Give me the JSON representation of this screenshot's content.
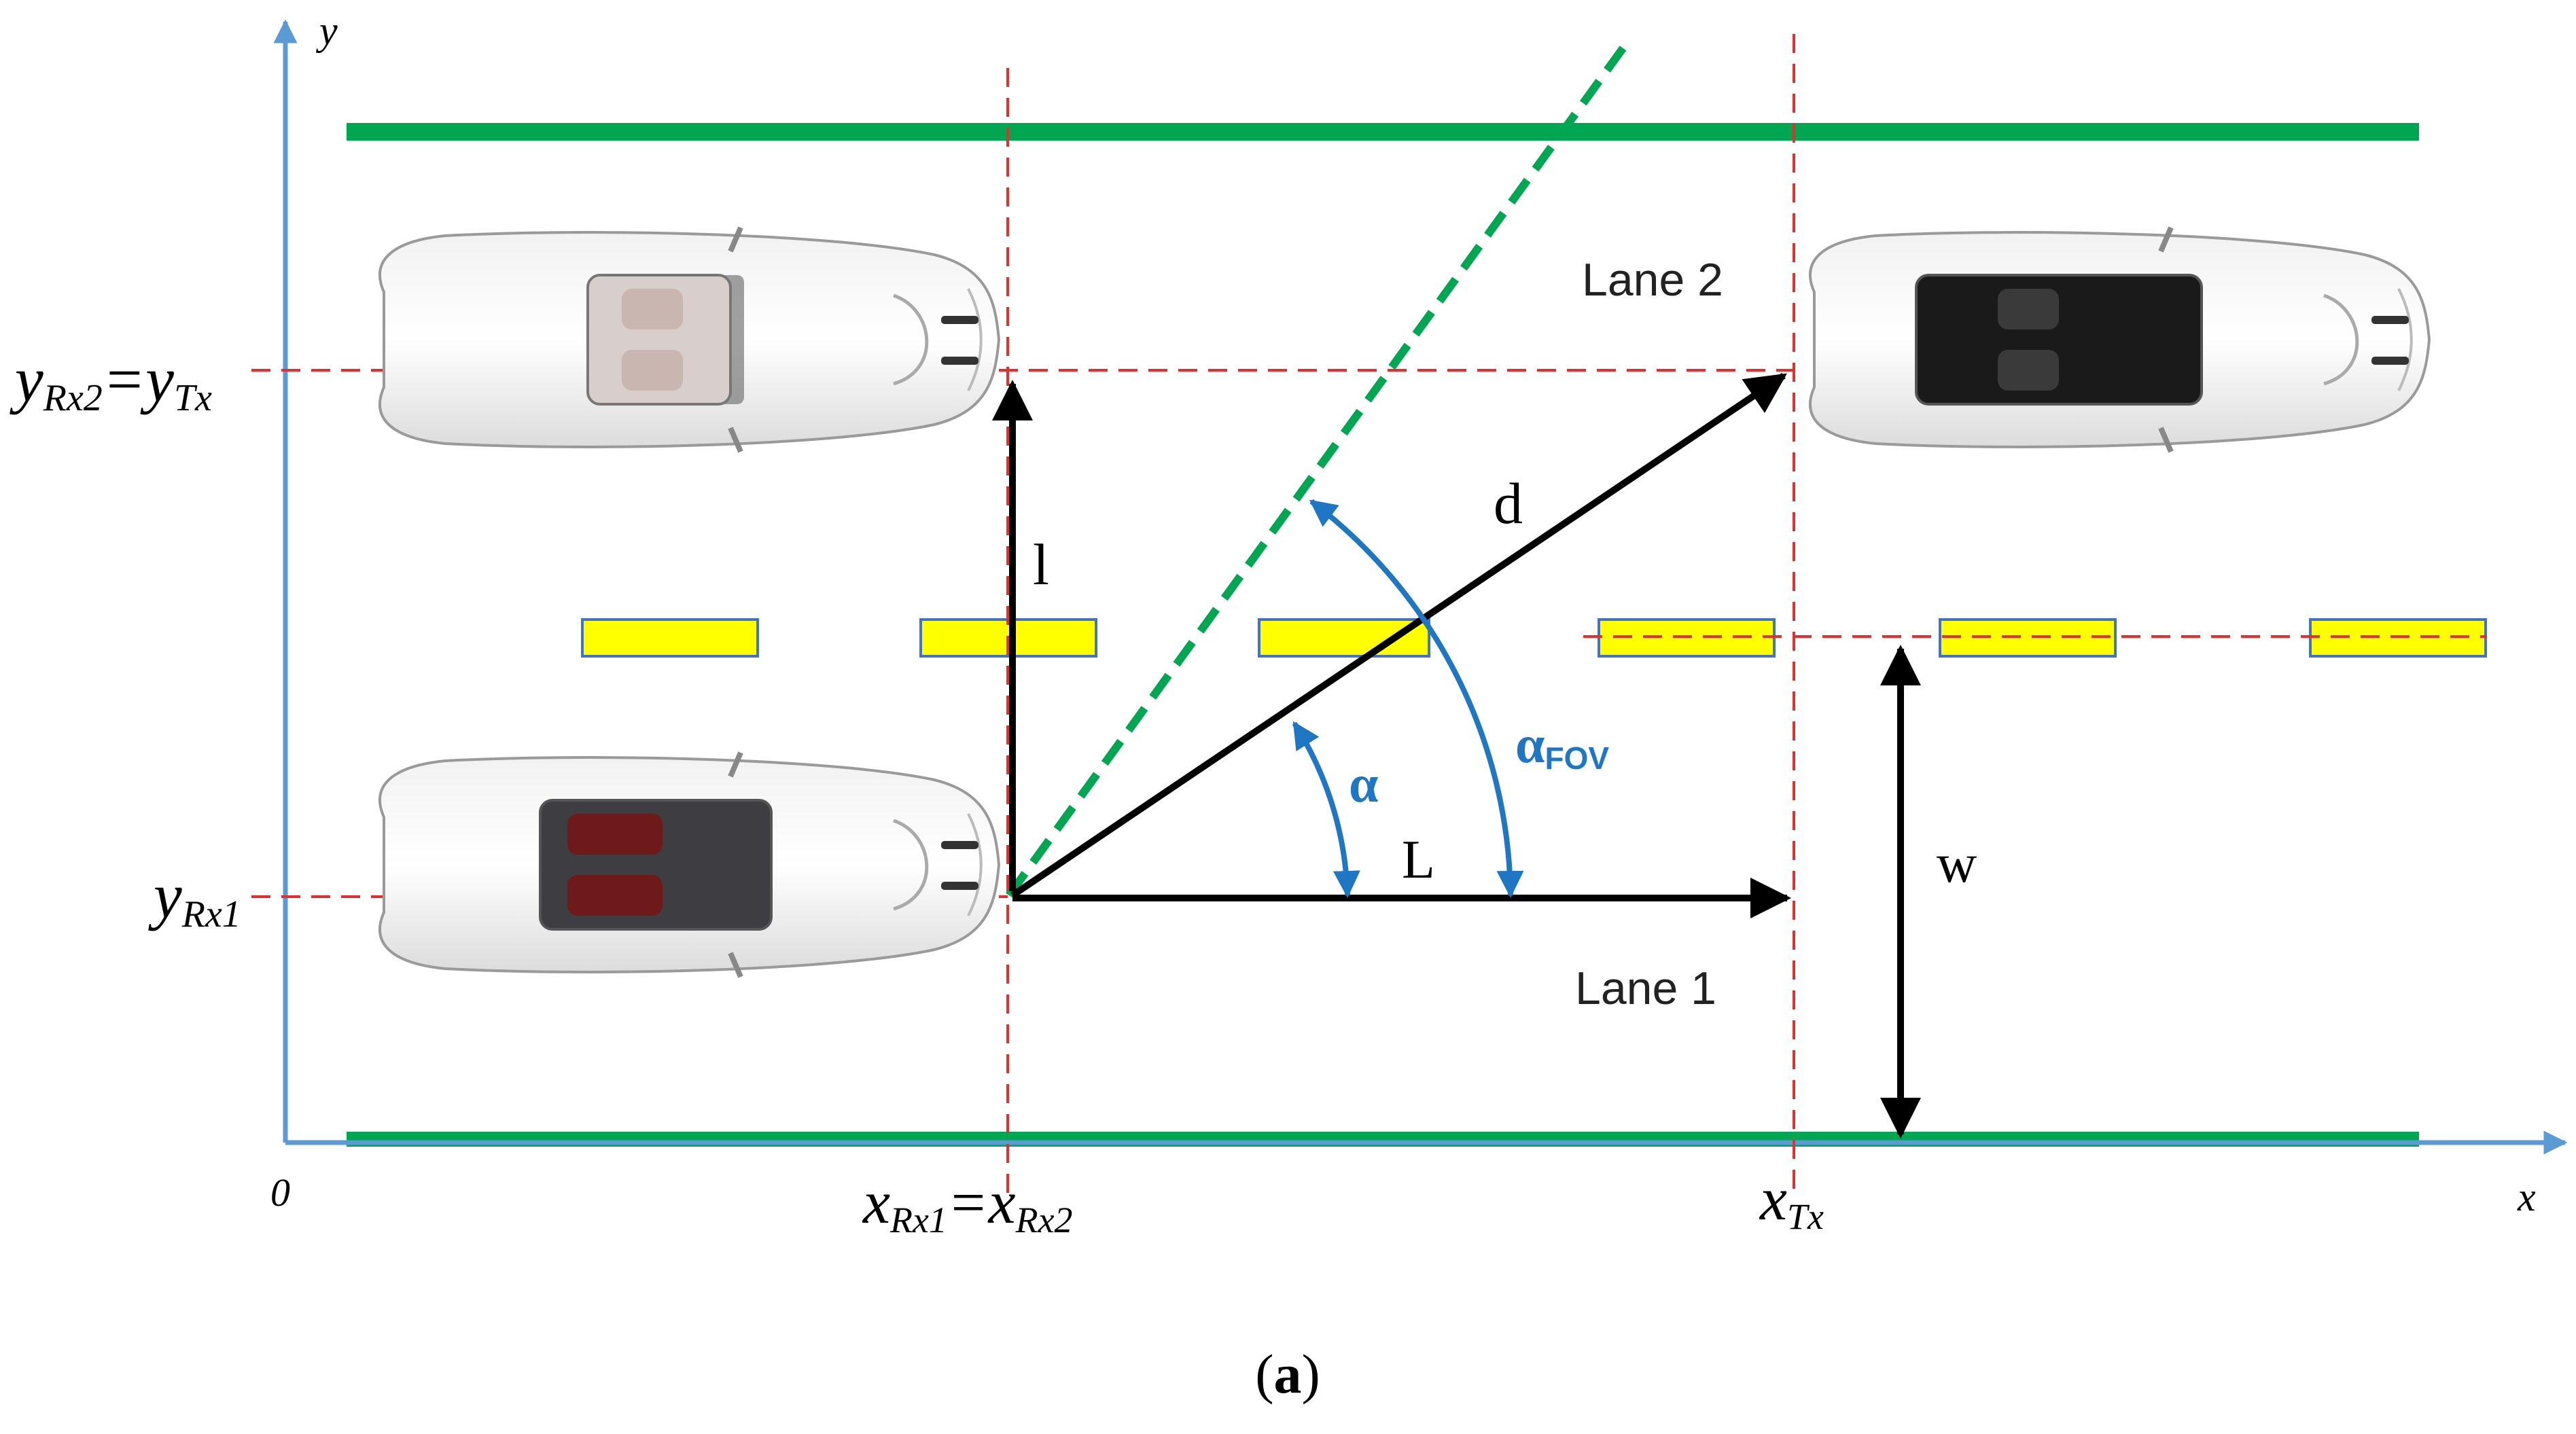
{
  "figure": {
    "caption_open": "(",
    "caption_letter": "a",
    "caption_close": ")"
  },
  "axes": {
    "x_label": "x",
    "y_label": "y",
    "origin_label": "0",
    "color": "#5b9bd5"
  },
  "coordinates": {
    "y_rx2_eq_y_tx": {
      "y_main": "y",
      "rx2_sub": "Rx2",
      "equals": "=",
      "y_main2": "y",
      "tx_sub": "Tx"
    },
    "y_rx1": {
      "main": "y",
      "sub": "Rx1"
    },
    "x_rx1_eq_x_rx2": {
      "x_main": "x",
      "rx1_sub": "Rx1",
      "equals": "=",
      "x_main2": "x",
      "rx2_sub": "Rx2"
    },
    "x_tx": {
      "main": "x",
      "sub": "Tx"
    }
  },
  "labels": {
    "lane2": "Lane 2",
    "lane1": "Lane 1",
    "l": "l",
    "d": "d",
    "L": "L",
    "w": "w",
    "alpha": "α",
    "alpha_fov_main": "α",
    "alpha_fov_sub": "FOV"
  },
  "vehicles": [
    {
      "role": "Rx2",
      "lane": "Lane 2"
    },
    {
      "role": "Tx",
      "lane": "Lane 2"
    },
    {
      "role": "Rx1",
      "lane": "Lane 1"
    }
  ],
  "colors": {
    "road_edge": "#00a651",
    "fov_line": "#00a651",
    "lane_marking_fill": "#ffff00",
    "lane_marking_stroke": "#4472c4",
    "guide_lines": "#e03030",
    "vectors": "#000000",
    "angle_arcs": "#1f77c4"
  }
}
